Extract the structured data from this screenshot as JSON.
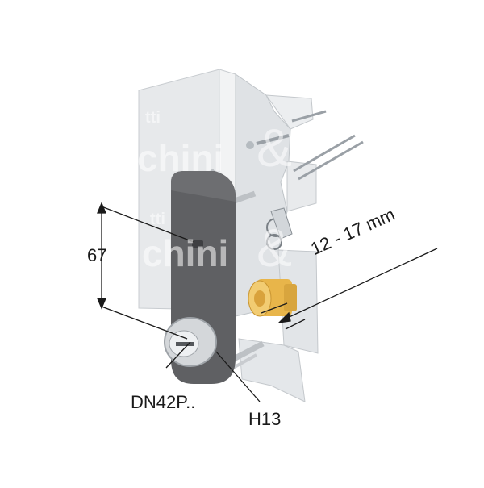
{
  "labels": {
    "height_dim": "67",
    "model": "DN42P..",
    "hole_dim": "H13",
    "thickness_range": "12 - 17 mm"
  },
  "watermark": {
    "upper": "chini",
    "lower": "chini",
    "small_upper": "tti",
    "small_lower": "tti"
  },
  "colors": {
    "plate": "#5f6063",
    "door": "#e6e8ea",
    "brass": "#e8b54a",
    "steel": "#c9cdd1",
    "line": "#1a1a1a"
  }
}
